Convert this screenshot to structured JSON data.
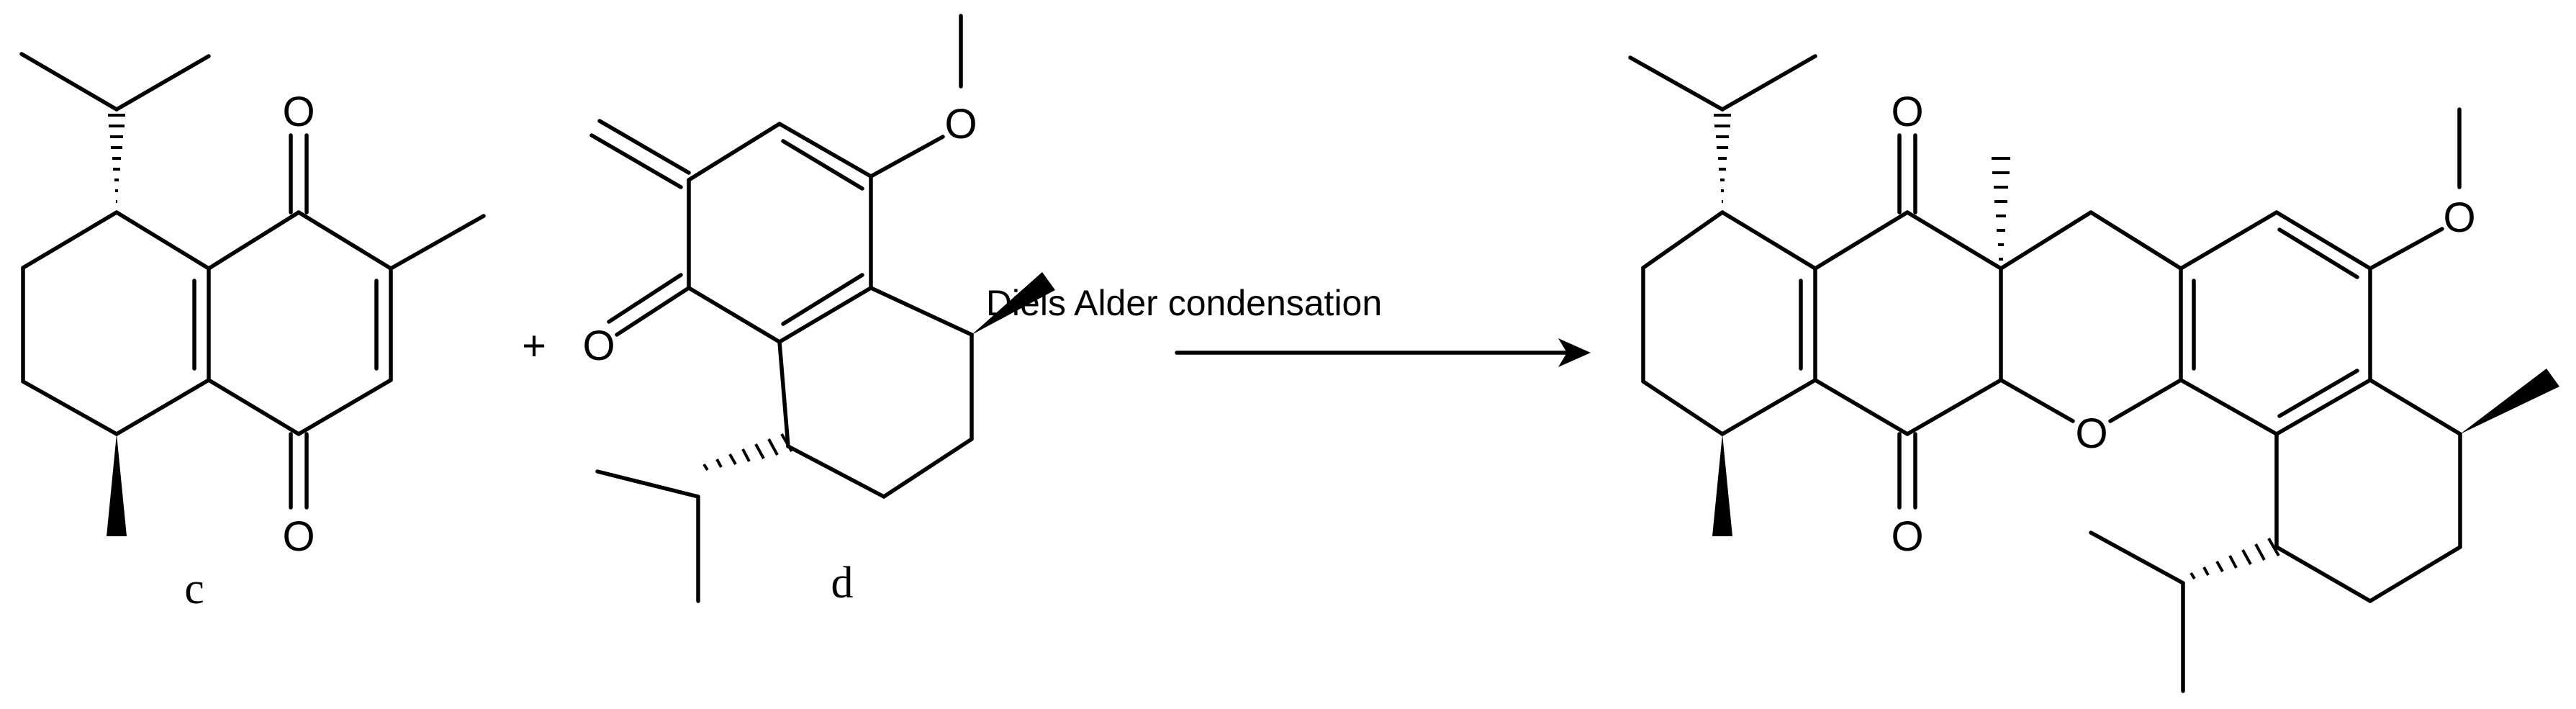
{
  "reaction": {
    "plus_sign": "+",
    "arrow_label": "Diels Alder condensation"
  },
  "compound_c": {
    "label": "c",
    "oxygen_top": "O",
    "oxygen_bottom": "O"
  },
  "compound_d": {
    "label": "d",
    "oxygen_methoxy": "O",
    "oxygen_carbonyl": "O"
  },
  "product": {
    "oxygen_top_carbonyl": "O",
    "oxygen_bottom_carbonyl": "O",
    "oxygen_ring": "O",
    "oxygen_methoxy": "O"
  }
}
